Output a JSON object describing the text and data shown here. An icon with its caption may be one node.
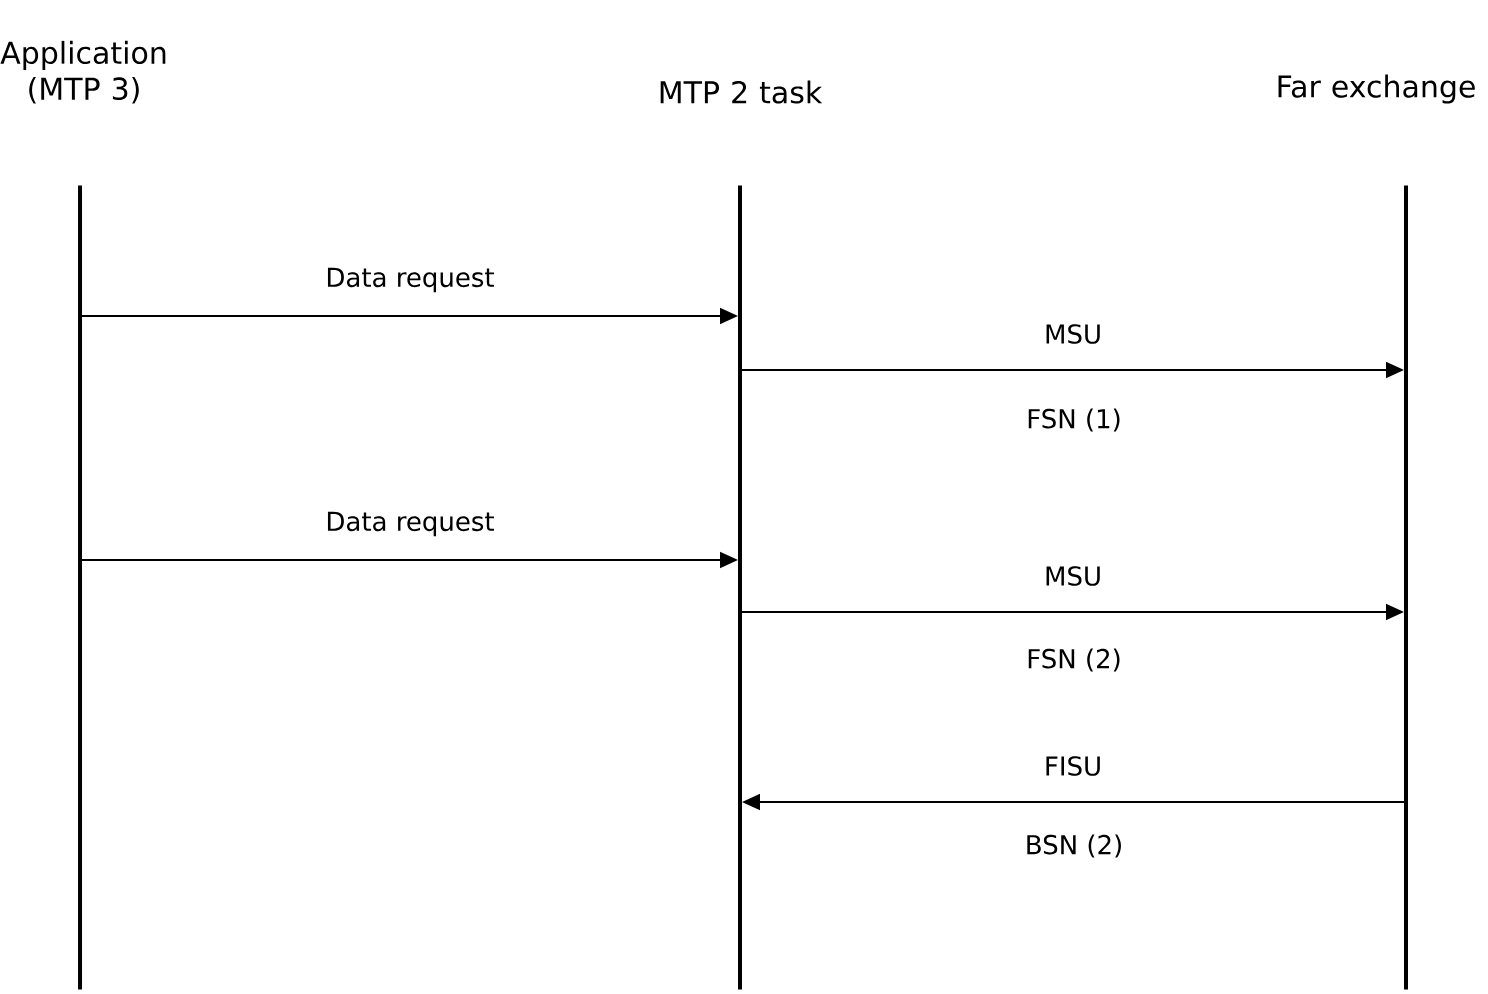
{
  "diagram": {
    "nodes": [
      {
        "text": [
          "Application (MTP 3)"
        ]
      },
      {
        "text": [
          "MTP 2 task"
        ]
      },
      {
        "text": [
          "Far exchange"
        ]
      }
    ],
    "edges": [
      {
        "from": 0,
        "to": 1,
        "arrow": "to",
        "label": "Data request"
      },
      {
        "from": 1,
        "to": 2,
        "arrow": "to",
        "label": "MSU"
      },
      {
        "from": 0,
        "to": 1,
        "arrow": "to",
        "label": "Data request"
      },
      {
        "from": 1,
        "to": 2,
        "arrow": "to",
        "label": "MSU"
      },
      {
        "from": 2,
        "to": 1,
        "arrow": "to",
        "label": "FISU"
      }
    ],
    "labels": [
      "FSN (1)",
      "FSN (2)",
      "BSN (2)"
    ]
  }
}
